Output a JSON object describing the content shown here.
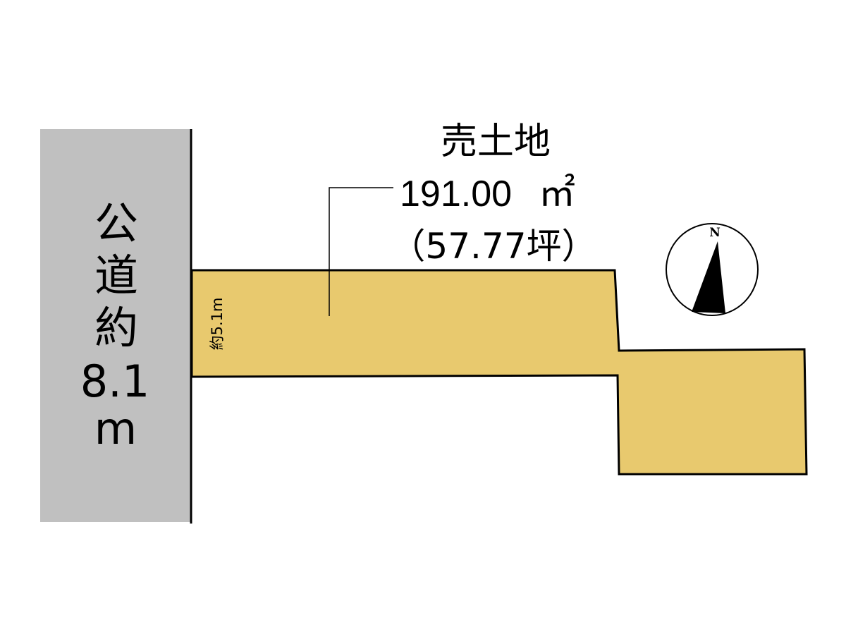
{
  "road": {
    "label_chars": [
      "公",
      "道",
      "約"
    ],
    "width_value": "8.1",
    "width_unit": "m"
  },
  "lot": {
    "title": "売土地",
    "area_sqm": "191.00",
    "area_unit": "㎡",
    "area_tsubo": "（57.77坪）",
    "frontage_label": "約5.1m"
  },
  "compass": {
    "north_label": "N"
  },
  "colors": {
    "lot_fill": "#e8c96e",
    "road_fill": "#c0c0c0",
    "outline": "#000000"
  }
}
